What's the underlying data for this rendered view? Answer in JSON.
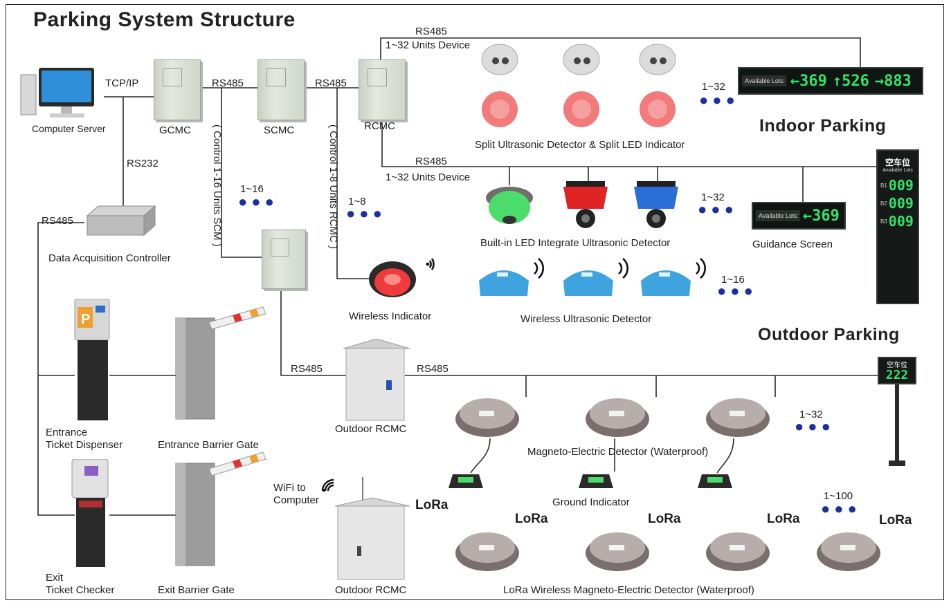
{
  "title": "Parking System Structure",
  "sections": {
    "indoor": "Indoor Parking",
    "outdoor": "Outdoor Parking"
  },
  "links": {
    "tcp_ip": "TCP/IP",
    "rs232": "RS232",
    "rs485": "RS485",
    "units_32_device": "1~32 Units Device",
    "control_scm": "( Control 1-16 Units SCM )",
    "control_rcmc": "( Control 1-8 Units RCMC )"
  },
  "nodes": {
    "computer_server": "Computer Server",
    "gcmc": "GCMC",
    "scmc": "SCMC",
    "rcmc": "RCMC",
    "data_acquisition": "Data Acquisition Controller",
    "entrance_dispenser": [
      "Entrance",
      "Ticket Dispenser"
    ],
    "entrance_gate": "Entrance Barrier Gate",
    "exit_checker": [
      "Exit",
      "Ticket Checker"
    ],
    "exit_gate": "Exit Barrier Gate",
    "outdoor_rcmc": "Outdoor RCMC",
    "wifi_to_computer": [
      "WiFi to",
      "Computer"
    ],
    "wireless_indicator": "Wireless Indicator",
    "split_detector": "Split Ultrasonic Detector  &  Split LED Indicator",
    "builtin_detector": "Built-in LED Integrate Ultrasonic Detector",
    "guidance_screen": "Guidance Screen",
    "wireless_ultrasonic": "Wireless Ultrasonic Detector",
    "magneto_detector": "Magneto-Electric Detector (Waterproof)",
    "ground_indicator": "Ground Indicator",
    "lora_detector": "LoRa Wireless Magneto-Electric Detector (Waterproof)"
  },
  "counts": {
    "c1_16_scm": "1~16",
    "c1_8": "1~8",
    "c1_32_split": "1~32",
    "c1_32_builtin": "1~32",
    "c1_16_wireless": "1~16",
    "c1_32_magneto": "1~32",
    "c1_100_lora": "1~100"
  },
  "displays": {
    "main_tag": "Available Lots",
    "main_values": [
      "←369",
      "↑526",
      "→883"
    ],
    "guidance_tag": "Available Lots",
    "guidance_value": "←369",
    "totem_header": "空车位",
    "totem_sub": "Available Lots",
    "totem_rows": [
      {
        "level": "B1",
        "value": "009"
      },
      {
        "level": "B2",
        "value": "009"
      },
      {
        "level": "B3",
        "value": "009"
      }
    ],
    "outdoor_header": "空车位",
    "outdoor_value": "222"
  },
  "lora_badge": "LoRa",
  "dots_glyph": "●●●",
  "colors": {
    "line": "#2a2a2a",
    "dots": "#1b2fa0",
    "led_green": "#35e06b",
    "cabinet": "#d6dcd2"
  }
}
